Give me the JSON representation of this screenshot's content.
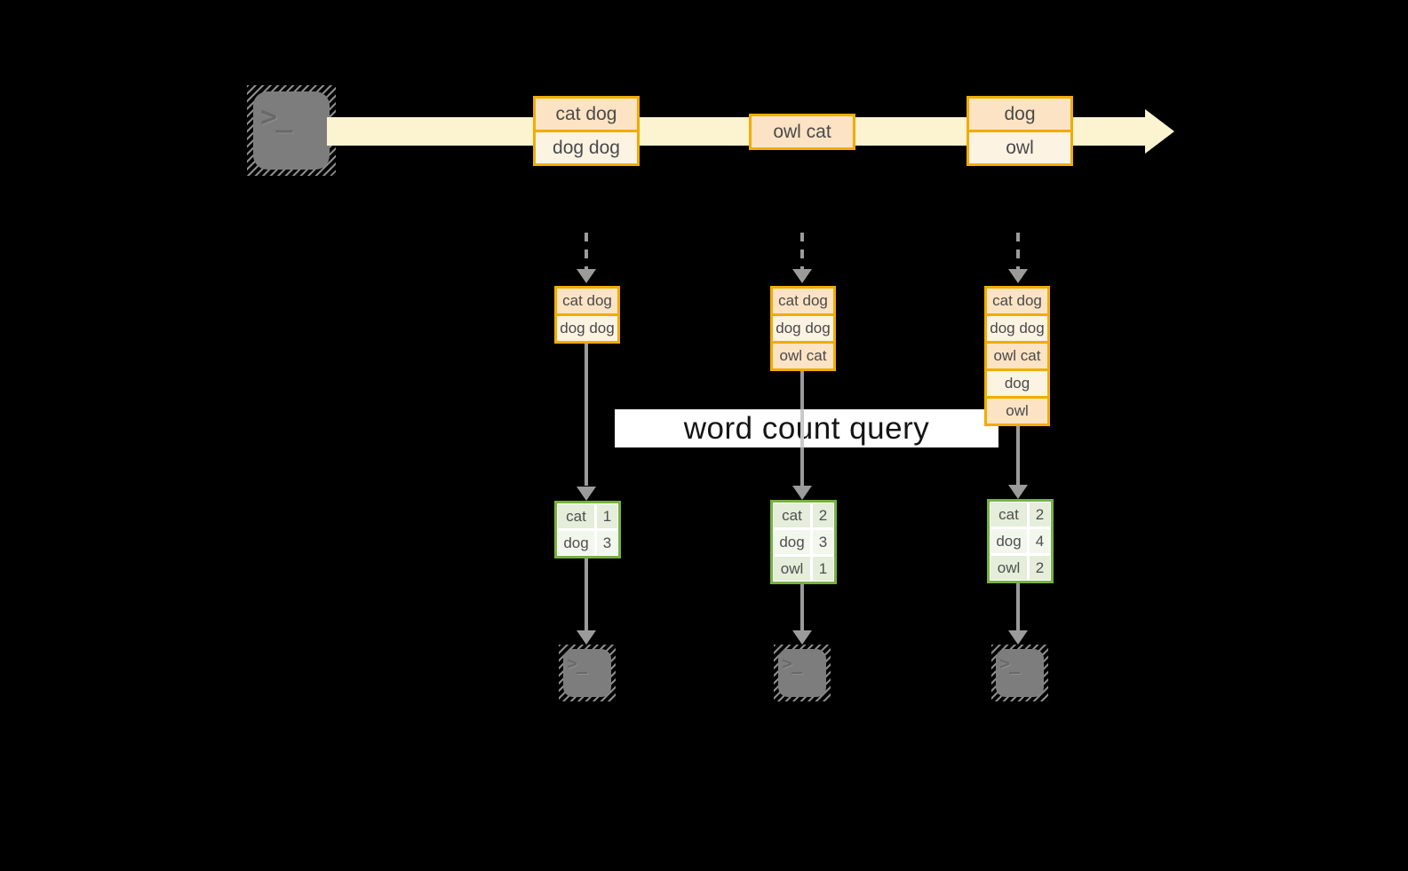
{
  "diagram": {
    "terminal_glyph": ">_",
    "banner": "word count query",
    "stream_events": [
      {
        "rows": [
          "cat dog",
          "dog dog"
        ]
      },
      {
        "rows": [
          "owl cat"
        ]
      },
      {
        "rows": [
          "dog",
          "owl"
        ]
      }
    ],
    "pipelines": [
      {
        "buffer": [
          "cat dog",
          "dog dog"
        ],
        "counts": [
          [
            "cat",
            "1"
          ],
          [
            "dog",
            "3"
          ]
        ]
      },
      {
        "buffer": [
          "cat dog",
          "dog dog",
          "owl cat"
        ],
        "counts": [
          [
            "cat",
            "2"
          ],
          [
            "dog",
            "3"
          ],
          [
            "owl",
            "1"
          ]
        ]
      },
      {
        "buffer": [
          "cat dog",
          "dog dog",
          "owl cat",
          "dog",
          "owl"
        ],
        "counts": [
          [
            "cat",
            "2"
          ],
          [
            "dog",
            "4"
          ],
          [
            "owl",
            "2"
          ]
        ]
      }
    ],
    "colors": {
      "background": "#000000",
      "stream_band": "#fcf3d0",
      "box_border_amber": "#f0ac00",
      "box_fill_peach": "#fbe3c4",
      "box_fill_cream": "#fdf3e3",
      "table_border_green": "#77b13f",
      "table_cell_green": "#e4eeda",
      "table_cell_green_light": "#f2f7ee",
      "terminal_gray": "#7d7d7d",
      "arrow_gray": "#9b9b9b",
      "banner_bg": "#ffffff",
      "text_dark": "#4a4a4a"
    }
  }
}
